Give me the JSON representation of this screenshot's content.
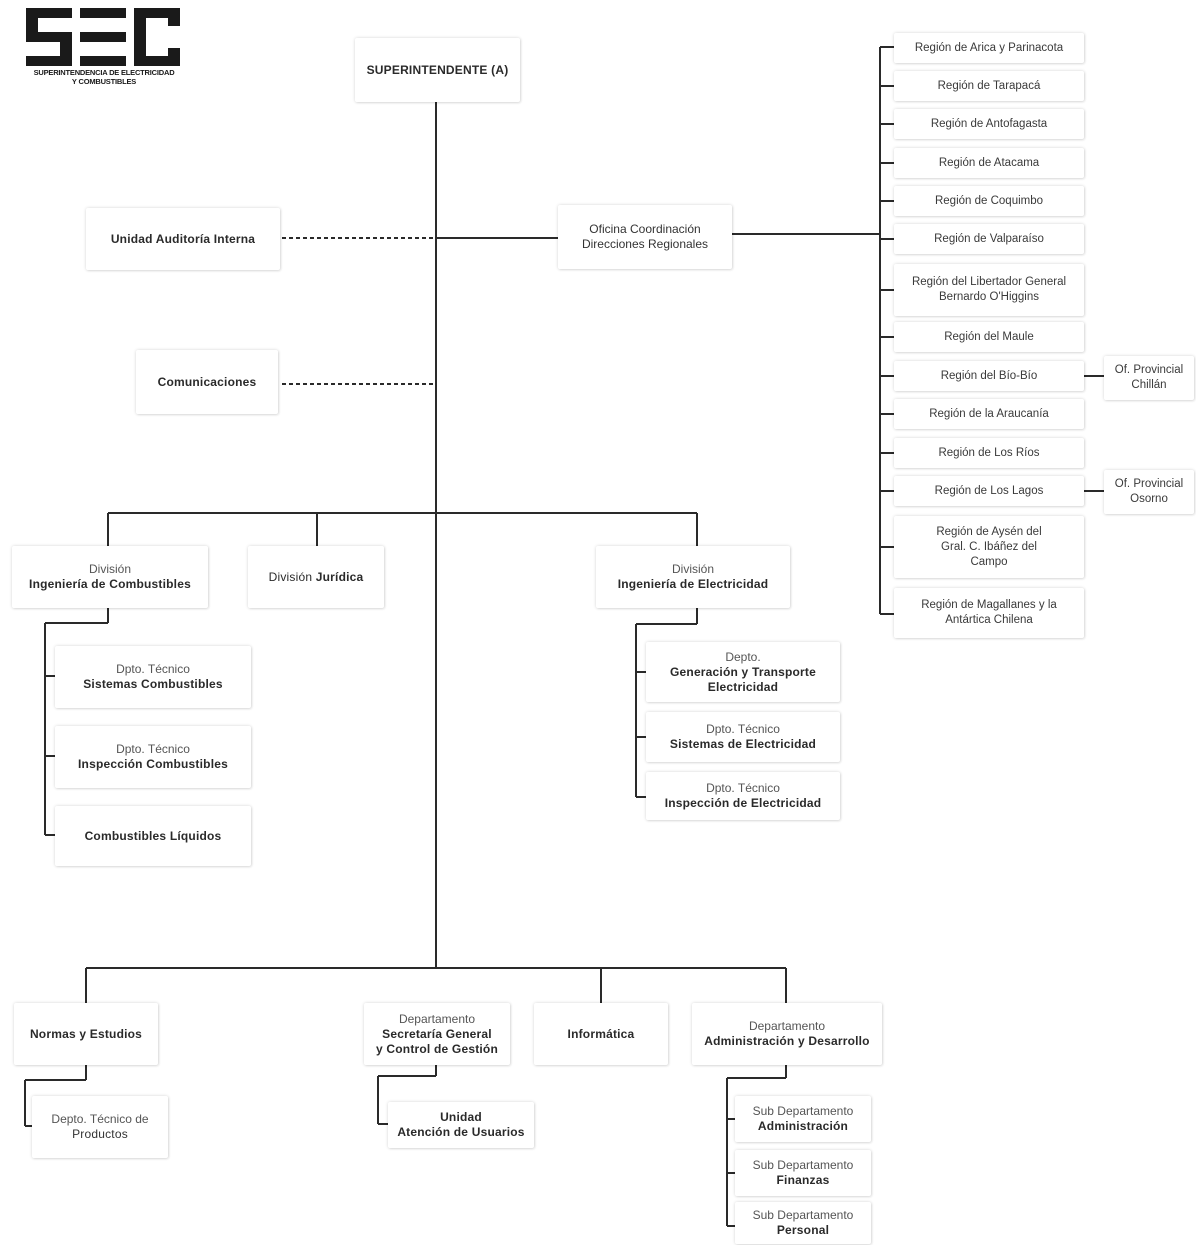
{
  "logo": {
    "mark_text": "SEC",
    "subtitle_line1": "SUPERINTENDENCIA DE ELECTRICIDAD",
    "subtitle_line2": "Y COMBUSTIBLES"
  },
  "superintendente": "SUPERINTENDENTE (A)",
  "auditoria": "Unidad Auditoría Interna",
  "comunicaciones": "Comunicaciones",
  "oficina_coordinacion": {
    "line1": "Oficina Coordinación",
    "line2": "Direcciones Regionales"
  },
  "regions": [
    "Región de Arica y Parinacota",
    "Región de Tarapacá",
    "Región de Antofagasta",
    "Región de Atacama",
    "Región de Coquimbo",
    "Región de Valparaíso",
    "Región del Libertador General Bernardo O'Higgins",
    "Región del Maule",
    "Región del Bío-Bío",
    "Región de la Araucanía",
    "Región de Los Ríos",
    "Región de Los Lagos",
    "Región de Aysén del Gral. C. Ibáñez del Campo",
    "Región de Magallanes y la Antártica Chilena"
  ],
  "provincial": {
    "chillan": {
      "line1": "Of. Provincial",
      "line2": "Chillán"
    },
    "osorno": {
      "line1": "Of. Provincial",
      "line2": "Osorno"
    }
  },
  "div_combustibles": {
    "line1": "División",
    "line2": "Ingeniería de Combustibles"
  },
  "div_juridica": {
    "line1": "División",
    "line2": "Jurídica"
  },
  "div_electricidad": {
    "line1": "División",
    "line2": "Ingeniería de Electricidad"
  },
  "comb_depts": [
    {
      "line1": "Dpto. Técnico",
      "line2": "Sistemas Combustibles"
    },
    {
      "line1": "Dpto. Técnico",
      "line2": "Inspección Combustibles"
    },
    {
      "line1": "",
      "line2": "Combustibles Líquidos"
    }
  ],
  "elec_depts": [
    {
      "line1": "Depto.",
      "line2": "Generación y Transporte",
      "line3": "Electricidad"
    },
    {
      "line1": "Dpto. Técnico",
      "line2": "Sistemas de Electricidad"
    },
    {
      "line1": "Dpto. Técnico",
      "line2": "Inspección de Electricidad"
    }
  ],
  "normas": "Normas y Estudios",
  "depto_productos": {
    "line1": "Depto. Técnico de",
    "line2": "Productos"
  },
  "secretaria": {
    "line1": "Departamento",
    "line2": "Secretaría General",
    "line3": "y Control de Gestión"
  },
  "unidad_atencion": {
    "line1": "Unidad",
    "line2": "Atención de Usuarios"
  },
  "informatica": "Informática",
  "administracion": {
    "line1": "Departamento",
    "line2": "Administración y Desarrollo"
  },
  "admin_subs": [
    {
      "line1": "Sub Departamento",
      "line2": "Administración"
    },
    {
      "line1": "Sub Departamento",
      "line2": "Finanzas"
    },
    {
      "line1": "Sub Departamento",
      "line2": "Personal"
    }
  ],
  "colors": {
    "line": "#2a2a2a",
    "text": "#2a2a2a",
    "box_shadow": "#d0d0d0",
    "logo": "#1a1a1a"
  }
}
